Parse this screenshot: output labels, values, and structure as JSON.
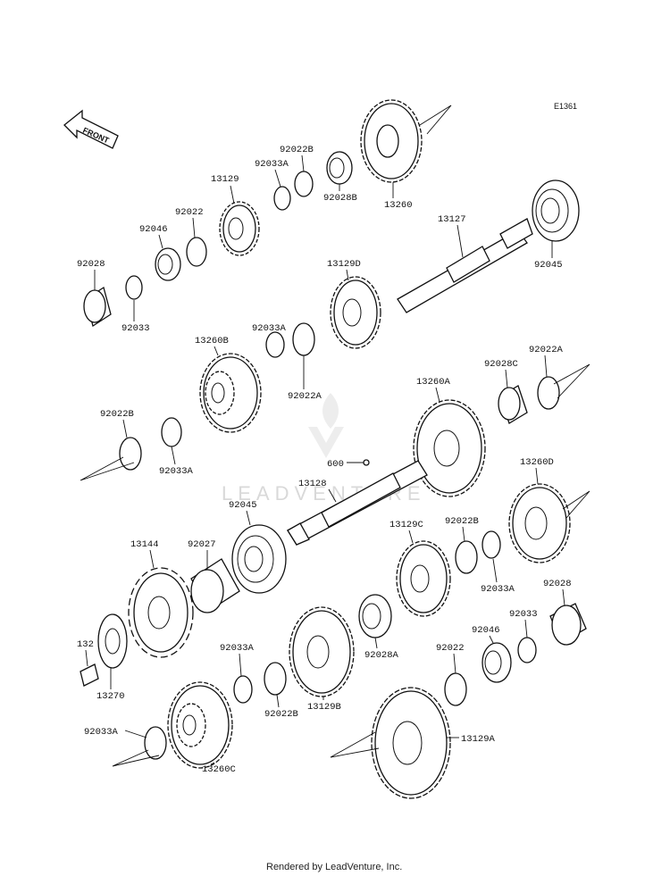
{
  "diagram_code": "E1361",
  "front_label": "FRONT",
  "watermark": "LEADVENTURE",
  "footer": "Rendered by LeadVenture, Inc.",
  "labels": {
    "p13260": "13260",
    "p92022B_top": "92022B",
    "p92033A_top": "92033A",
    "p13129": "13129",
    "p92028B": "92028B",
    "p92022_top": "92022",
    "p92046_top": "92046",
    "p92028_top": "92028",
    "p92033_top": "92033",
    "p13127": "13127",
    "p92045_top": "92045",
    "p13129D": "13129D",
    "p13260B": "13260B",
    "p92033A_mid": "92033A",
    "p92022A_mid": "92022A",
    "p92028C": "92028C",
    "p92022A_right": "92022A",
    "p13260A": "13260A",
    "p92022B_left": "92022B",
    "p92033A_left": "92033A",
    "p600": "600",
    "p13128": "13128",
    "p13260D": "13260D",
    "p92045_mid": "92045",
    "p13144": "13144",
    "p92027": "92027",
    "p13129C": "13129C",
    "p92022B_low": "92022B",
    "p92033A_low": "92033A",
    "p92028_low": "92028",
    "p92033_low": "92033",
    "p132": "132",
    "p13270": "13270",
    "p92028A": "92028A",
    "p92022_low": "92022",
    "p92046_low": "92046",
    "p92033A_bot": "92033A",
    "p92022B_bot": "92022B",
    "p13129B": "13129B",
    "p92033A_botleft": "92033A",
    "p13260C": "13260C",
    "p13129A": "13129A"
  }
}
